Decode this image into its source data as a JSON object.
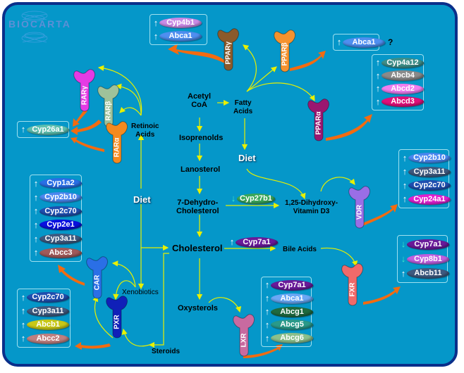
{
  "logo": {
    "text": "BIOCARTA"
  },
  "colors": {
    "background": "#0597c9",
    "border": "#0a2f8a",
    "yellow_arrow": "#e8f000",
    "orange_arrow": "#f36b10"
  },
  "metabolites": {
    "acetyl_coa": "Acetyl\nCoA",
    "fatty_acids": "Fatty\nAcids",
    "isoprenoids": "Isoprenolds",
    "lanosterol": "Lanosterol",
    "dehydrocholesterol": "7-Dehydro-\nCholesterol",
    "vitamin_d3": "1,25-Dihydroxy-\nVitamin D3",
    "cholesterol": "Cholesterol",
    "bile_acids": "Bile Acids",
    "oxysterols": "Oxysterols",
    "retinoic_acids": "Retinoic\nAcids",
    "xenobiotics": "Xenobiotics",
    "steroids": "Steroids",
    "diet_left": "Diet",
    "diet_right": "Diet"
  },
  "receptors": [
    {
      "id": "ppar-gamma",
      "label": "PPARγ",
      "color": "#8b5a2b"
    },
    {
      "id": "ppar-beta",
      "label": "PPARβ",
      "color": "#f5922e"
    },
    {
      "id": "ppar-alpha",
      "label": "PPARα",
      "color": "#9a1770"
    },
    {
      "id": "rar-gamma",
      "label": "RARγ",
      "color": "#e43be4"
    },
    {
      "id": "rar-beta",
      "label": "RARβ",
      "color": "#9ec29a"
    },
    {
      "id": "rar-alpha",
      "label": "RARα",
      "color": "#f58a1f"
    },
    {
      "id": "vdr",
      "label": "VDR",
      "color": "#9a6ee6"
    },
    {
      "id": "fxr",
      "label": "FXR",
      "color": "#f06a6a"
    },
    {
      "id": "lxr",
      "label": "LXR",
      "color": "#c86aa0"
    },
    {
      "id": "car",
      "label": "CAR",
      "color": "#2a6fe6"
    },
    {
      "id": "pxr",
      "label": "PXR",
      "color": "#1020b8"
    }
  ],
  "enzymes": {
    "cyp27b1": {
      "label": "Cyp27b1",
      "direction": "down",
      "color": "#3aa85a"
    },
    "cyp7a1_main": {
      "label": "Cyp7a1",
      "direction": "up",
      "color": "#6a1a9a"
    }
  },
  "gene_boxes": {
    "ppar_gamma": [
      {
        "label": "Cyp4b1",
        "direction": "up",
        "color": "#c98be6"
      },
      {
        "label": "Abca1",
        "direction": "up",
        "color": "#4f8ff0"
      }
    ],
    "ppar_beta": [
      {
        "label": "Abca1",
        "direction": "up",
        "color": "#4f8ff0",
        "note": "?"
      }
    ],
    "ppar_alpha": [
      {
        "label": "Cyp4a12",
        "direction": "up",
        "color": "#3f8f8a"
      },
      {
        "label": "Abcb4",
        "direction": "up",
        "color": "#8a8a8a"
      },
      {
        "label": "Abcd2",
        "direction": "up",
        "color": "#f07ef0"
      },
      {
        "label": "Abcd3",
        "direction": "up",
        "color": "#e0107a"
      }
    ],
    "rar": [
      {
        "label": "Cyp26a1",
        "direction": "up",
        "color": "#5fc0b0"
      }
    ],
    "vdr": [
      {
        "label": "Cyp2b10",
        "direction": "up",
        "color": "#4a88f0"
      },
      {
        "label": "Cyp3a11",
        "direction": "up",
        "color": "#3f5a80"
      },
      {
        "label": "Cyp2c70",
        "direction": "up",
        "color": "#1f4fb0"
      },
      {
        "label": "Cyp24a1",
        "direction": "up",
        "color": "#e020d0"
      }
    ],
    "car": [
      {
        "label": "Cyp1a2",
        "direction": "up",
        "color": "#2a6fe6"
      },
      {
        "label": "Cyp2b10",
        "direction": "up",
        "color": "#4a88f0"
      },
      {
        "label": "Cyp2c70",
        "direction": "up",
        "color": "#1f4fb0"
      },
      {
        "label": "Cyp2e1",
        "direction": "up",
        "color": "#0a10e0"
      },
      {
        "label": "Cyp3a11",
        "direction": "up",
        "color": "#3f5a80"
      },
      {
        "label": "Abcc3",
        "direction": "up",
        "color": "#a05a5a"
      }
    ],
    "fxr": [
      {
        "label": "Cyp7a1",
        "direction": "down",
        "color": "#6a1a9a"
      },
      {
        "label": "Cyp8b1",
        "direction": "down",
        "color": "#c060e0"
      },
      {
        "label": "Abcb11",
        "direction": "up",
        "color": "#3f5a80"
      }
    ],
    "lxr": [
      {
        "label": "Cyp7a1",
        "direction": "up",
        "color": "#6a1a9a"
      },
      {
        "label": "Abca1",
        "direction": "up",
        "color": "#6aa8f5"
      },
      {
        "label": "Abcg1",
        "direction": "up",
        "color": "#1f6a3f"
      },
      {
        "label": "Abcg5",
        "direction": "up",
        "color": "#2a9a8a"
      },
      {
        "label": "Abcg6",
        "direction": "up",
        "color": "#8cc08c"
      }
    ],
    "pxr": [
      {
        "label": "Cyp2c70",
        "direction": "up",
        "color": "#1f4fb0"
      },
      {
        "label": "Cyp3a11",
        "direction": "up",
        "color": "#3f5a80"
      },
      {
        "label": "Abcb1",
        "direction": "up",
        "color": "#c8c818"
      },
      {
        "label": "Abcc2",
        "direction": "up",
        "color": "#c08080"
      }
    ]
  }
}
